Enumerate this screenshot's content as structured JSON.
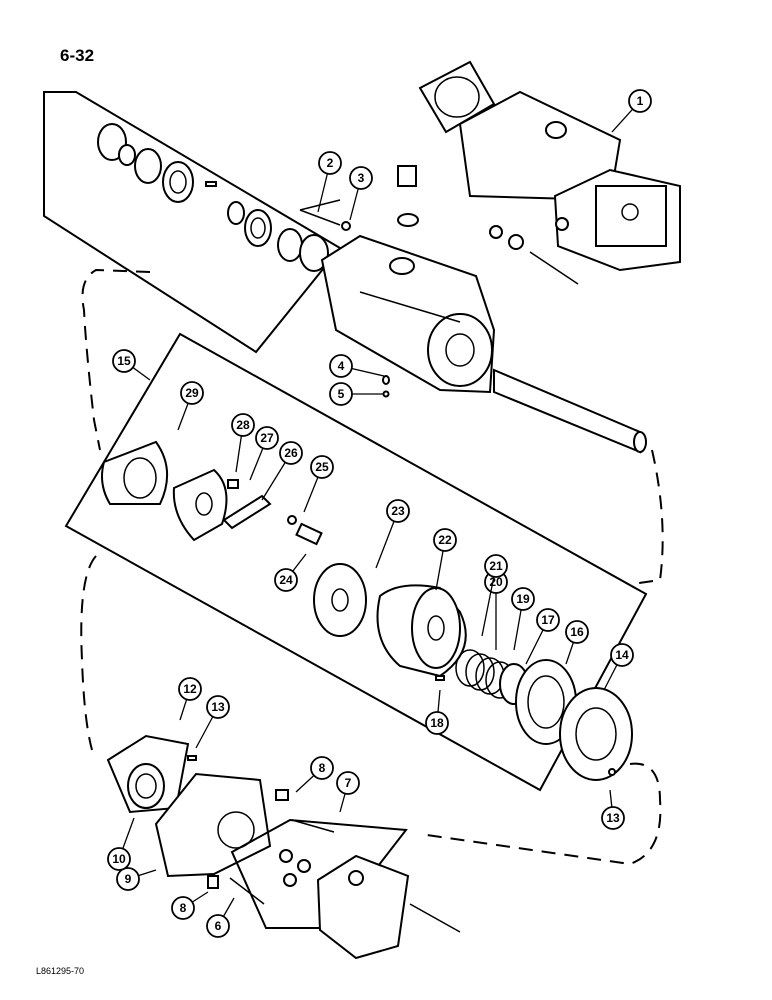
{
  "page_number": "6-32",
  "figure_code": "L861295-70",
  "callouts": [
    "1",
    "2",
    "3",
    "4",
    "5",
    "6",
    "7",
    "8",
    "9",
    "10",
    "12",
    "13",
    "13",
    "14",
    "15",
    "16",
    "17",
    "18",
    "19",
    "20",
    "21",
    "22",
    "23",
    "24",
    "25",
    "26",
    "27",
    "28",
    "29",
    "8"
  ]
}
